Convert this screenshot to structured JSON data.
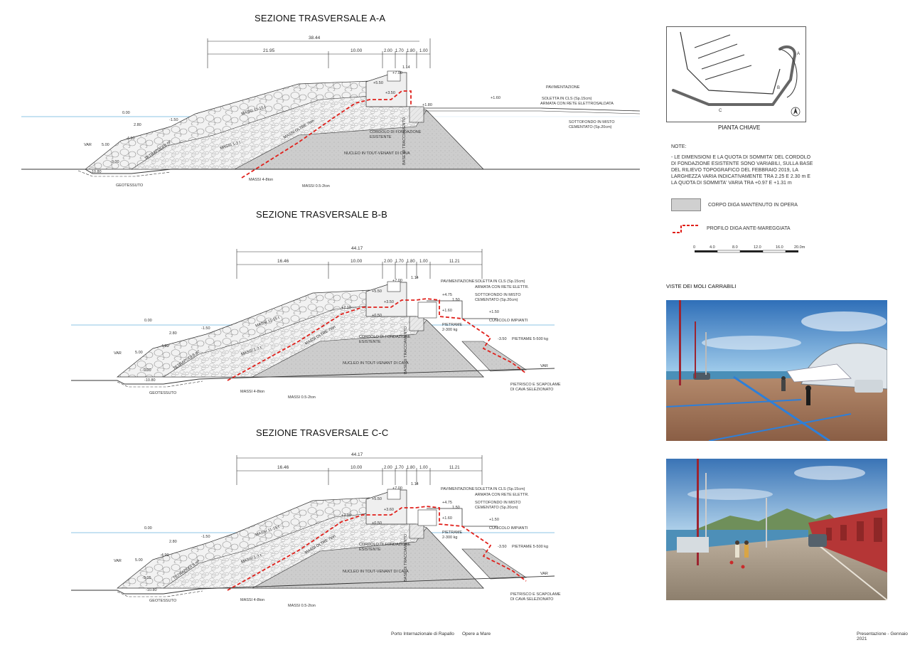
{
  "sections": [
    {
      "title": "SEZIONE TRASVERSALE A-A",
      "total": "38.44",
      "dims": [
        "21.95",
        "10.00",
        "2.00",
        "1.70",
        "1.80",
        "1.00"
      ],
      "labels": {
        "pav": "PAVIMENTAZIONE",
        "soletta": "SOLETTA IN CLS (Sp.15cm)",
        "armata": "ARMATA CON RETE ELETTROSALDATA",
        "sotto": "SOTTOFONDO IN MISTO",
        "cem": "CEMENTATO (Sp.20cm)",
        "massi1": "MASSI 11-15 t",
        "massi2": "MASSI 1-3 t",
        "massi3": "MASSI OLTRE 7ton",
        "tetra": "TETRAPODI 8 m³",
        "cordolo": "CORDOLO DI FONDAZIONE",
        "esistente": "ESISTENTE",
        "nucleo": "NUCLEO IN TOUT-VENANT DI CAVA",
        "base": "BASE DI TRACCIAMENTO",
        "massi48": "MASSI 4-8ton",
        "massi052": "MASSI 0.5-2ton",
        "geo": "GEOTESSUTO",
        "var": "VAR",
        "elev": [
          "+5.50",
          "+7.00",
          "+3.50",
          "+1.60",
          "+1.80",
          "0.00",
          "-1.50",
          "-4.90",
          "-9.00",
          "-10.80"
        ],
        "d": [
          "2.80",
          "5.00",
          "1.14",
          "3",
          "2",
          "1",
          "4"
        ]
      }
    },
    {
      "title": "SEZIONE TRASVERSALE B-B",
      "total": "44.17",
      "dims": [
        "16.46",
        "10.00",
        "2.00",
        "1.70",
        "1.80",
        "1.00",
        "11.21"
      ],
      "labels": {
        "pav": "PAVIMENTAZIONE",
        "soletta": "SOLETTA IN CLS (Sp.15cm)",
        "armata": "ARMATA CON RETE ELETTR.",
        "sotto": "SOTTOFONDO IN MISTO",
        "cem": "CEMENTATO (Sp.20cm)",
        "cunicolo": "CUNICOLO IMPIANTI",
        "pietrame": "PIETRAME",
        "pietrame2": "2-300 kg",
        "pietrame3": "PIETRAME 5-500 kg",
        "pietrisco": "PIETRISCO E SCAPOLAME",
        "pietrisco2": "DI CAVA SELEZIONATO",
        "massi1": "MASSI 11-15 t",
        "massi2": "MASSI 1-3 t",
        "massi3": "MASSI OLTRE 7ton",
        "tetra": "TETRAPODI 8 m³",
        "cordolo": "CORDOLO DI FONDAZIONE",
        "esistente": "ESISTENTE",
        "nucleo": "NUCLEO IN TOUT-VENANT DI CAVA",
        "base": "BASE DI TRACCIAMENTO",
        "massi48": "MASSI 4-8ton",
        "massi052": "MASSI 0.5-2ton",
        "geo": "GEOTESSUTO",
        "var": "VAR",
        "elev": [
          "+5.50",
          "+7.00",
          "+3.50",
          "+4.75",
          "+1.60",
          "+1.50",
          "0.00",
          "-1.50",
          "-4.90",
          "-9.00",
          "-10.80",
          "-3.50",
          "+2.10",
          "+0.50"
        ],
        "d": [
          "2.80",
          "5.00",
          "1.14",
          "3",
          "2",
          "1",
          "1.50"
        ]
      }
    },
    {
      "title": "SEZIONE TRASVERSALE C-C",
      "total": "44.17",
      "dims": [
        "16.46",
        "10.00",
        "2.00",
        "1.70",
        "1.80",
        "1.00",
        "11.21"
      ],
      "labels": {
        "pav": "PAVIMENTAZIONE",
        "soletta": "SOLETTA IN CLS (Sp.15cm)",
        "armata": "ARMATA CON RETE ELETTR.",
        "sotto": "SOTTOFONDO IN MISTO",
        "cem": "CEMENTATO (Sp.20cm)",
        "cunicolo": "CUNICOLO IMPIANTI",
        "pietrame": "PIETRAME",
        "pietrame2": "2-300 kg",
        "pietrame3": "PIETRAME 5-500 kg",
        "pietrisco": "PIETRISCO E SCAPOLAME",
        "pietrisco2": "DI CAVA SELEZIONATO",
        "massi1": "MASSI 11-15 t",
        "massi2": "MASSI 1-3 t",
        "massi3": "MASSI OLTRE 7ton",
        "tetra": "TETRAPODI 8 m³",
        "cordolo": "CORDOLO DI FONDAZIONE",
        "esistente": "ESISTENTE",
        "nucleo": "NUCLEO IN TOUT-VENANT DI CAVA",
        "base": "BASE DI TRACCIAMENTO",
        "massi48": "MASSI 4-8ton",
        "massi052": "MASSI 0.5-2ton",
        "geo": "GEOTESSUTO",
        "var": "VAR",
        "elev": [
          "+5.50",
          "+7.00",
          "+3.60",
          "+4.75",
          "+1.60",
          "+1.50",
          "0.00",
          "-1.50",
          "-4.90",
          "-9.05",
          "-10.80",
          "-3.50",
          "+2.10",
          "+0.50"
        ],
        "d": [
          "2.80",
          "5.00",
          "1.14",
          "3",
          "2",
          "1",
          "1.50"
        ]
      }
    }
  ],
  "key_plan": {
    "title": "PIANTA CHIAVE",
    "markers": [
      "A",
      "B",
      "C"
    ]
  },
  "notes": {
    "head": "NOTE:",
    "text": "- LE DIMENSIONI E LA QUOTA DI SOMMITA' DEL CORDOLO DI FONDAZIONE ESISTENTE SONO VARIABILI, SULLA BASE DEL RILIEVO TOPOGRAFICO DEL FEBBRAIO 2019, LA LARGHEZZA VARIA INDICATIVAMENTE TRA 2.25 E 2.30 m E LA QUOTA DI SOMMITA' VARIA TRA +0.97 E +1.31 m"
  },
  "legend": {
    "corpo": "CORPO DIGA MANTENUTO IN OPERA",
    "profilo": "PROFILO DIGA ANTE-MAREGGIATA"
  },
  "scale": {
    "ticks": [
      "0",
      "4.0",
      "8.0",
      "12.0",
      "16.0",
      "20.0m"
    ]
  },
  "views": {
    "title": "VISTE DEI MOLI CARRABILI"
  },
  "footer": {
    "left": "Porto Internazionale di Rapallo",
    "mid": "Opere a Mare",
    "right": "Presentazione - Gennaio 2021"
  },
  "colors": {
    "red": "#e0201b",
    "water": "#8ec6e6",
    "grey": "#cfcfcf",
    "line": "#333333"
  }
}
